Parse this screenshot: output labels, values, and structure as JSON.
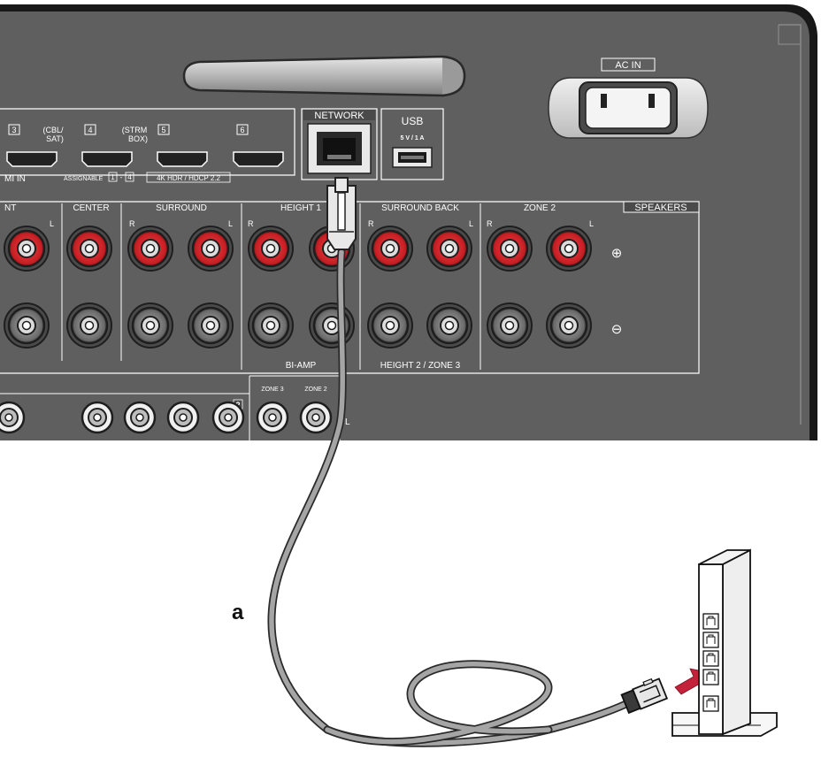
{
  "panel": {
    "ac_in": "AC IN",
    "network": "NETWORK",
    "usb": "USB",
    "usb_rating": "5 V / 1 A"
  },
  "hdmi": {
    "inputs": [
      {
        "num": "3",
        "name_line1": "(CBL/",
        "name_line2": "SAT)"
      },
      {
        "num": "4",
        "name_line1": "(STRM",
        "name_line2": "BOX)"
      },
      {
        "num": "5",
        "name_line1": "",
        "name_line2": ""
      },
      {
        "num": "6",
        "name_line1": "",
        "name_line2": ""
      }
    ],
    "in_label": "MI IN",
    "assignable": "ASSIGNABLE",
    "assign_from": "1",
    "assign_dash": "-",
    "assign_to": "4",
    "hdr": "4K HDR / HDCP 2.2"
  },
  "speakers": {
    "title": "SPEAKERS",
    "groups": [
      "NT",
      "CENTER",
      "SURROUND",
      "HEIGHT 1",
      "SURROUND BACK",
      "ZONE 2"
    ],
    "r": "R",
    "l": "L",
    "plus": "⊕",
    "minus": "⊖",
    "bi_amp": "BI-AMP",
    "height2_zone3": "HEIGHT 2 / ZONE 3"
  },
  "preout": {
    "zone3": "ZONE 3",
    "zone2": "ZONE 2",
    "l": "L",
    "num": "2"
  },
  "callout": {
    "a": "a"
  },
  "colors": {
    "panel": "#5f5f5f",
    "panel_dark": "#3a3a3a",
    "terminal_red": "#d9262b",
    "cable": "#9c9c9c",
    "arrow": "#c4223a"
  }
}
